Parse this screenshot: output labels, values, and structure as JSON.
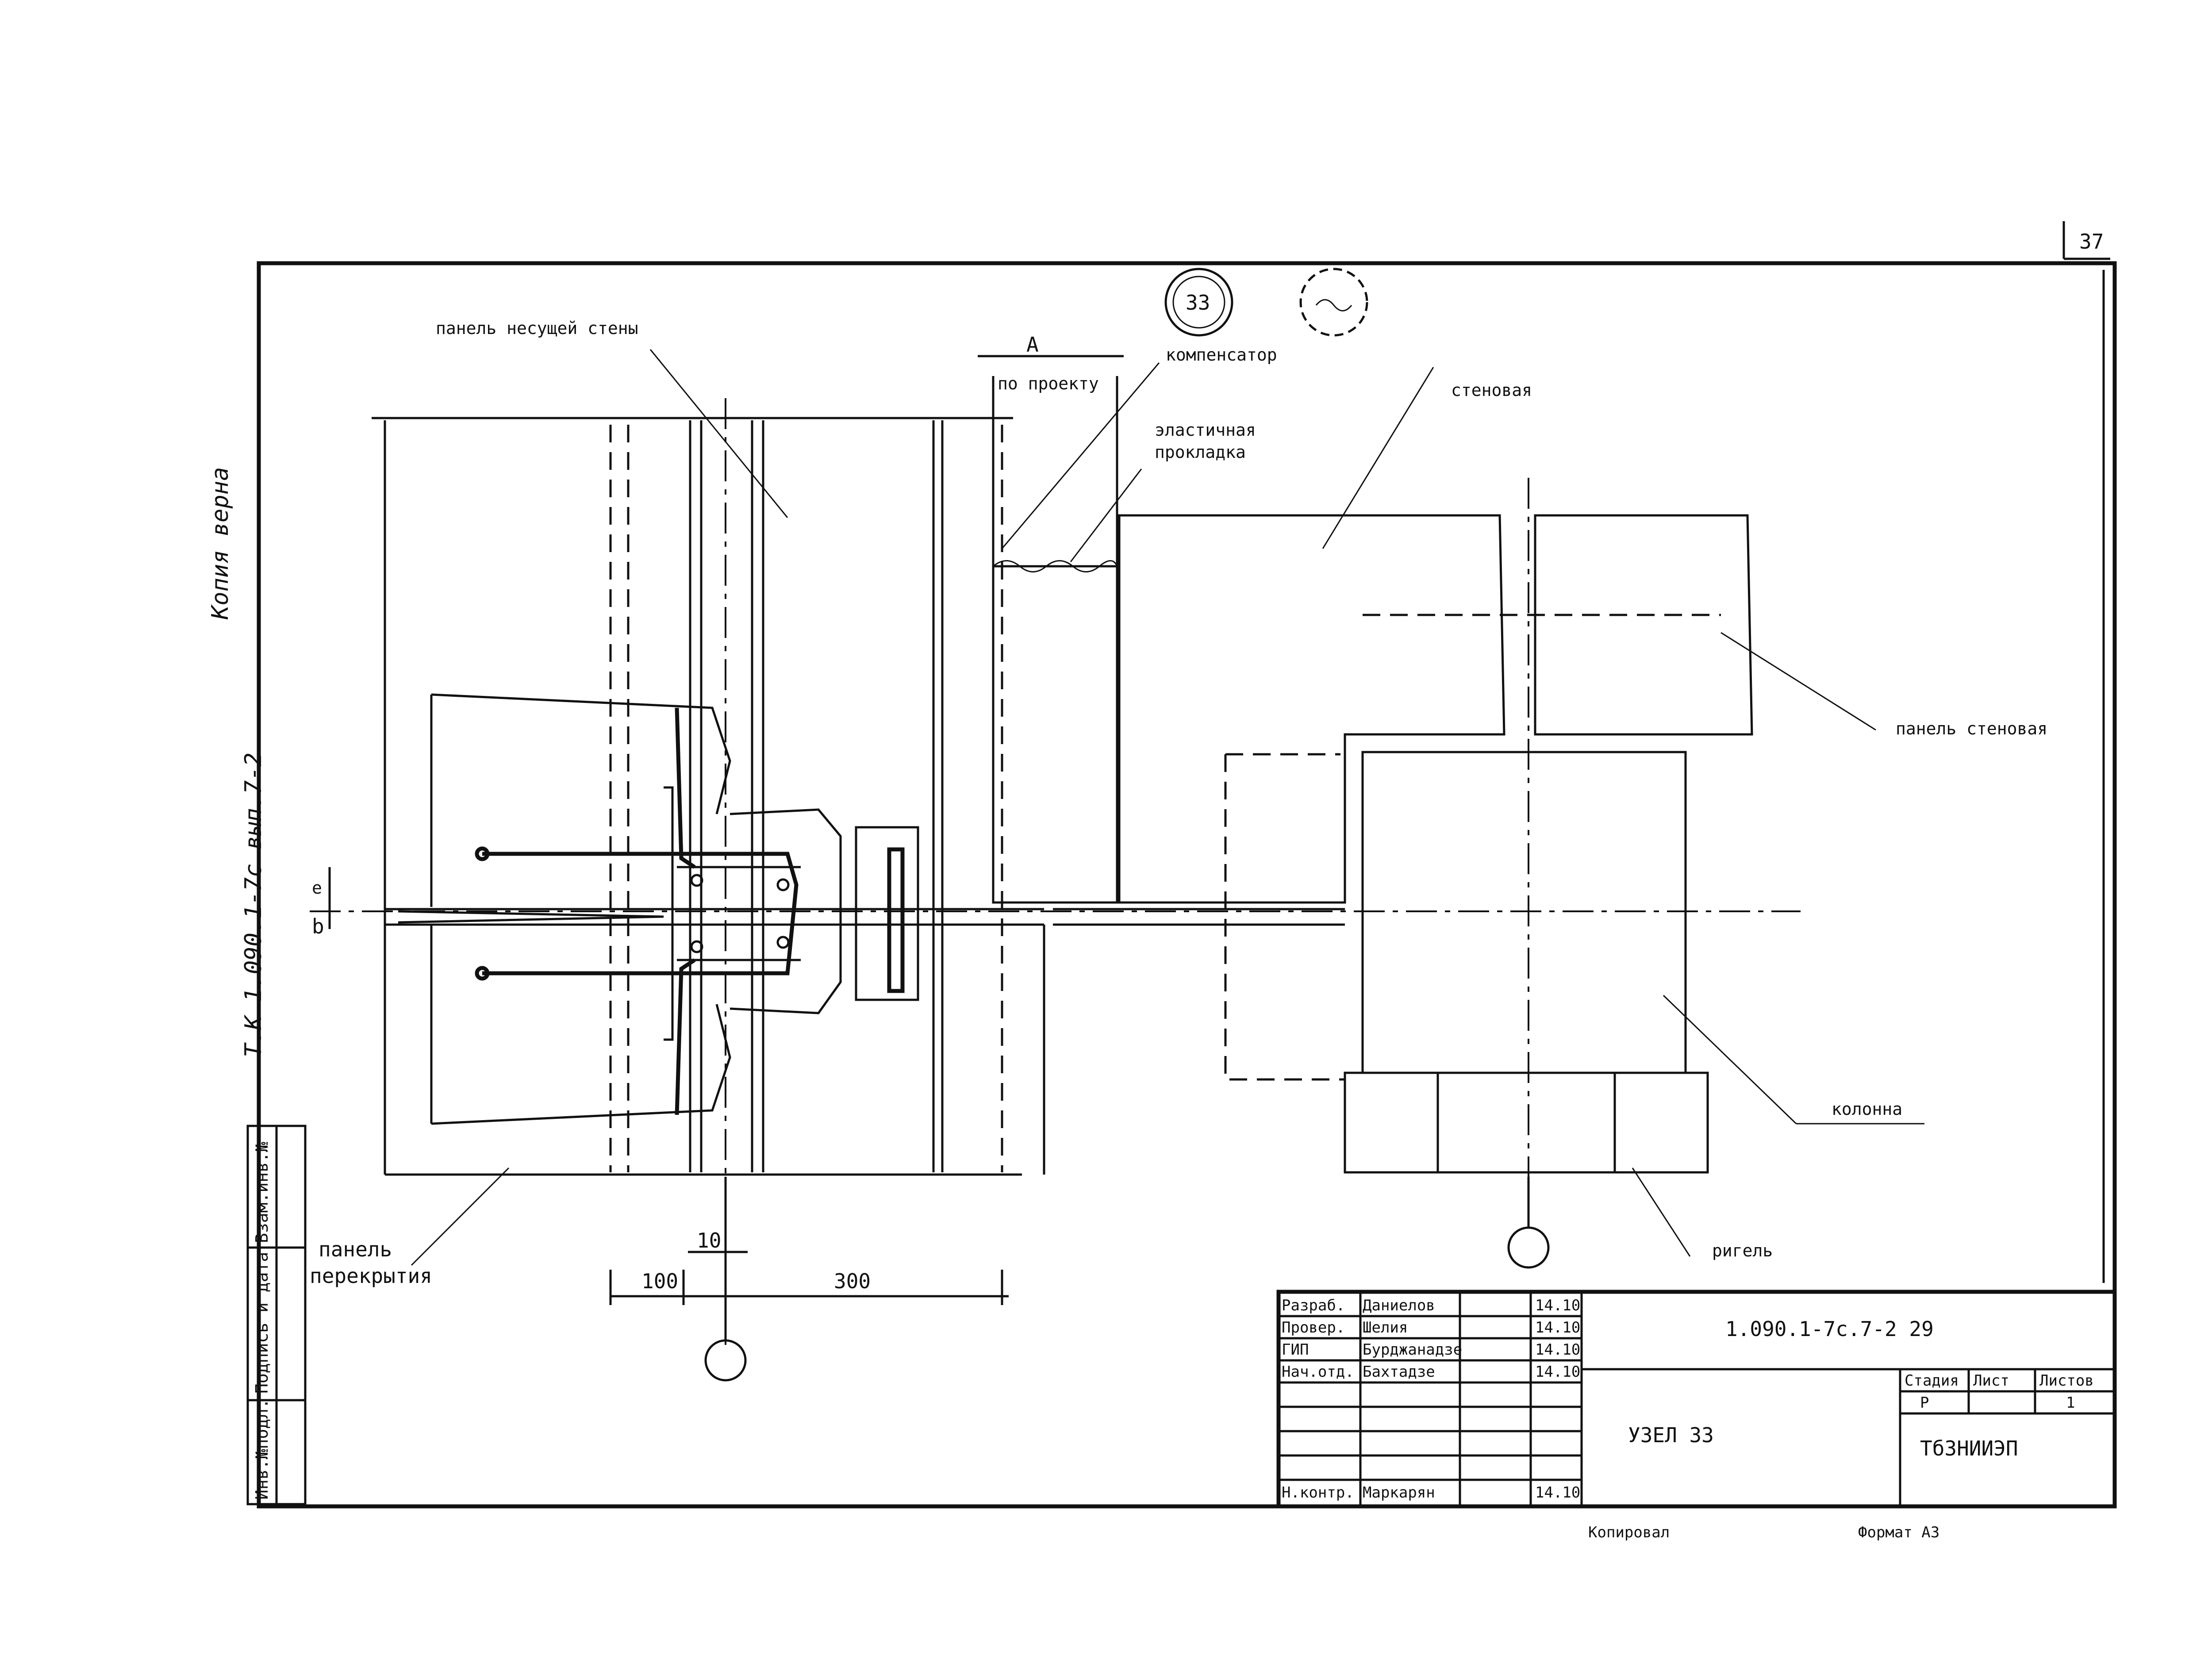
{
  "sheet": {
    "page_number": "37",
    "detail_marker": "33"
  },
  "labels": {
    "bearing_wall_panel": "панель несущей стены",
    "compensator": "компенсатор",
    "per_project": "по проекту",
    "dim_a": "A",
    "elastic_gasket_line1": "эластичная",
    "elastic_gasket_line2": "прокладка",
    "wall_panel_top": "стеновая",
    "wall_panel": "панель стеновая",
    "column": "колонна",
    "crossbar": "ригель",
    "floor_panel_line1": "панель",
    "floor_panel_line2": "перекрытия",
    "dim_10": "10",
    "dim_100": "100",
    "dim_300": "300",
    "dim_b": "b",
    "dim_e": "e"
  },
  "margin": {
    "copied_by": "Копия верна",
    "doc_ref": "Т.К 1.090.1-7с вып.7-2",
    "cells": [
      "Взам.инв.№",
      "Подпись и дата",
      "Инв.№подл."
    ]
  },
  "title_block": {
    "designation": "1.090.1-7с.7-2 29",
    "title": "УЗЕЛ 33",
    "organization": "ТбЗНИИЭП",
    "columns": [
      "Стадия",
      "Лист",
      "Листов"
    ],
    "stage": "Р",
    "sheets": "1",
    "roles": [
      {
        "role": "Разраб.",
        "name": "Даниелов",
        "date": "14.10"
      },
      {
        "role": "Провер.",
        "name": "Шелия",
        "date": "14.10"
      },
      {
        "role": "ГИП",
        "name": "Бурджанадзе",
        "date": "14.10"
      },
      {
        "role": "Нач.отд.",
        "name": "Бахтадзе",
        "date": "14.10"
      },
      {
        "role": "Н.контр.",
        "name": "Маркарян",
        "date": "14.10"
      }
    ]
  },
  "footer": {
    "copied": "Копировал",
    "format": "Формат А3"
  }
}
